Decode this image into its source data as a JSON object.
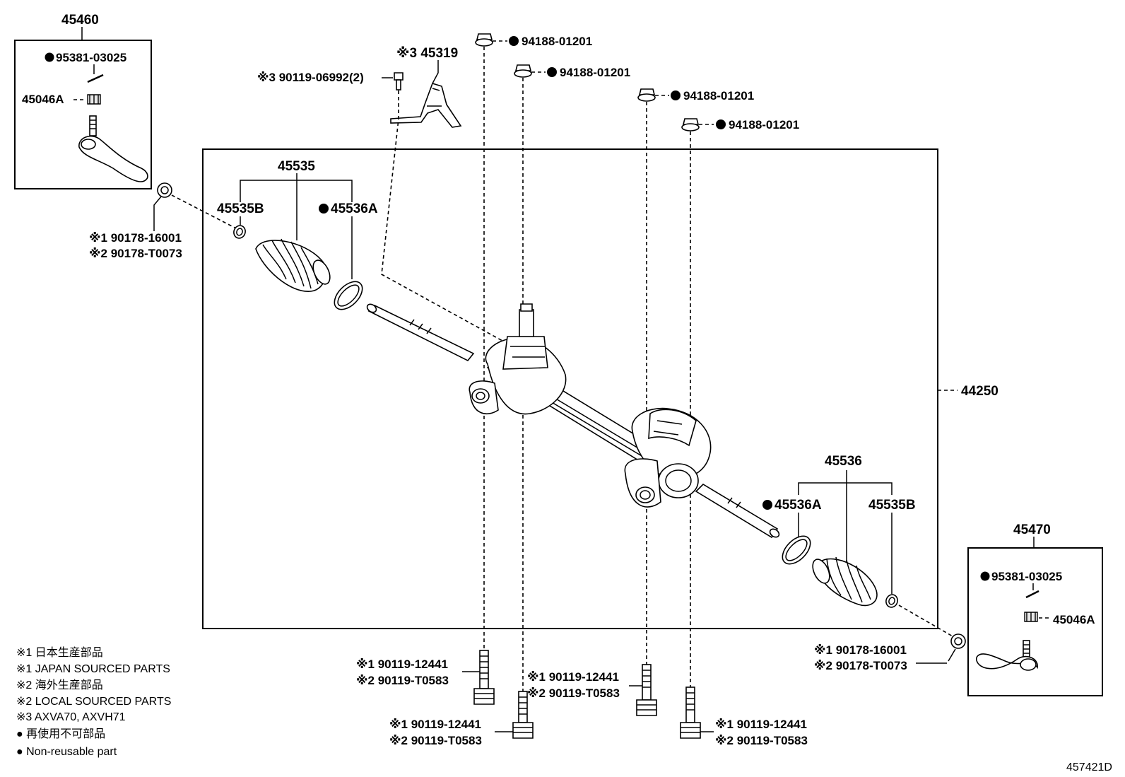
{
  "callouts": {
    "tie_rod_left_assy": "45460",
    "cotter_pin_left": "95381-03025",
    "nut_left": "45046A",
    "clip_left_1": "※1 90178-16001",
    "clip_left_2": "※2 90178-T0073",
    "boot_kit_left": "45535",
    "clamp_left_b": "45535B",
    "clamp_left_a": "45536A",
    "bracket_group": "※3 45319",
    "bracket_bolt": "※3 90119-06992(2)",
    "nut_1": "94188-01201",
    "nut_2": "94188-01201",
    "nut_3": "94188-01201",
    "nut_4": "94188-01201",
    "gear_assy": "44250",
    "boot_kit_right": "45536",
    "clamp_right_a": "45536A",
    "clamp_right_b": "45535B",
    "tie_rod_right_assy": "45470",
    "cotter_pin_right": "95381-03025",
    "nut_right": "45046A",
    "clip_right_1": "※1 90178-16001",
    "clip_right_2": "※2 90178-T0073",
    "bolt_a_1": "※1 90119-12441",
    "bolt_a_2": "※2 90119-T0583",
    "bolt_b_1": "※1 90119-12441",
    "bolt_b_2": "※2 90119-T0583",
    "bolt_c_1": "※1 90119-12441",
    "bolt_c_2": "※2 90119-T0583",
    "bolt_d_1": "※1 90119-12441",
    "bolt_d_2": "※2 90119-T0583"
  },
  "legend": [
    "※1 日本生産部品",
    "※1 JAPAN SOURCED PARTS",
    "※2 海外生産部品",
    "※2 LOCAL SOURCED PARTS",
    "※3 AXVA70, AXVH71",
    "● 再使用不可部品",
    "● Non-reusable part"
  ],
  "illustration_id": "457421D"
}
